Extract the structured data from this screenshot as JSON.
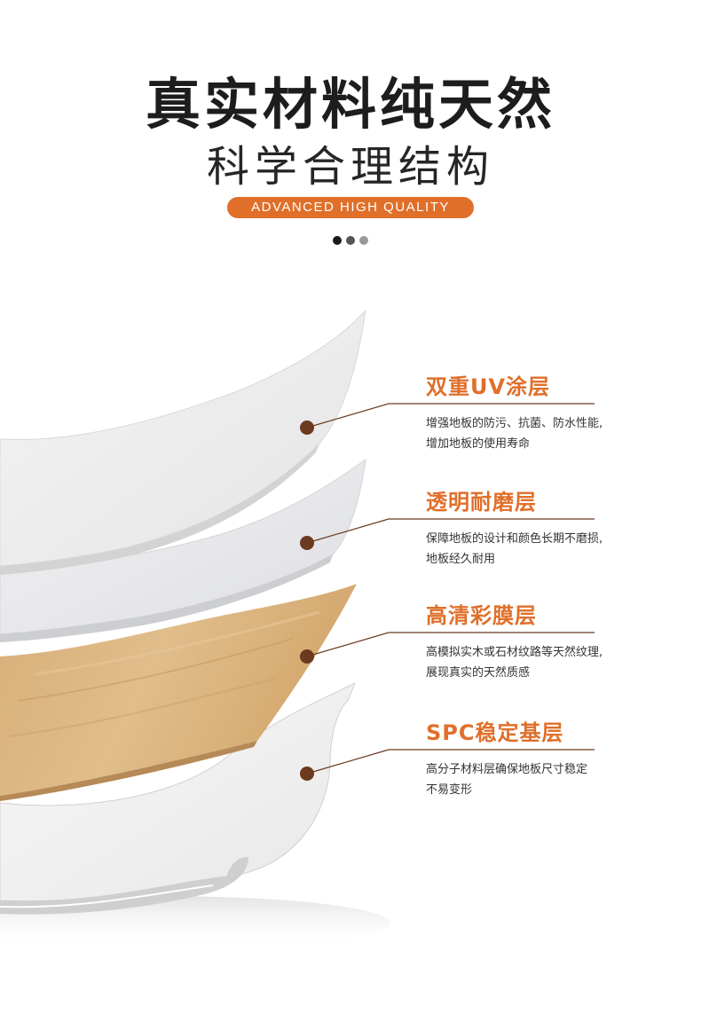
{
  "header": {
    "title": "真实材料纯天然",
    "subtitle": "科学合理结构",
    "badge": "ADVANCED HIGH QUALITY",
    "dots": [
      {
        "color": "#1a1a1a"
      },
      {
        "color": "#555555"
      },
      {
        "color": "#9a9a9a"
      }
    ]
  },
  "colors": {
    "accent": "#e06f2a",
    "connector": "#6b3a1f",
    "wood": "#d9b483"
  },
  "layers": [
    {
      "title": "双重UV涂层",
      "desc_line1": "增强地板的防污、抗菌、防水性能,",
      "desc_line2": "增加地板的使用寿命"
    },
    {
      "title": "透明耐磨层",
      "desc_line1": "保障地板的设计和颜色长期不磨损,",
      "desc_line2": "地板经久耐用"
    },
    {
      "title": "高清彩膜层",
      "desc_line1": "高模拟实木或石材纹路等天然纹理,",
      "desc_line2": "展现真实的天然质感"
    },
    {
      "title": "SPC稳定基层",
      "desc_line1": "高分子材料层确保地板尺寸稳定",
      "desc_line2": "不易变形"
    }
  ]
}
